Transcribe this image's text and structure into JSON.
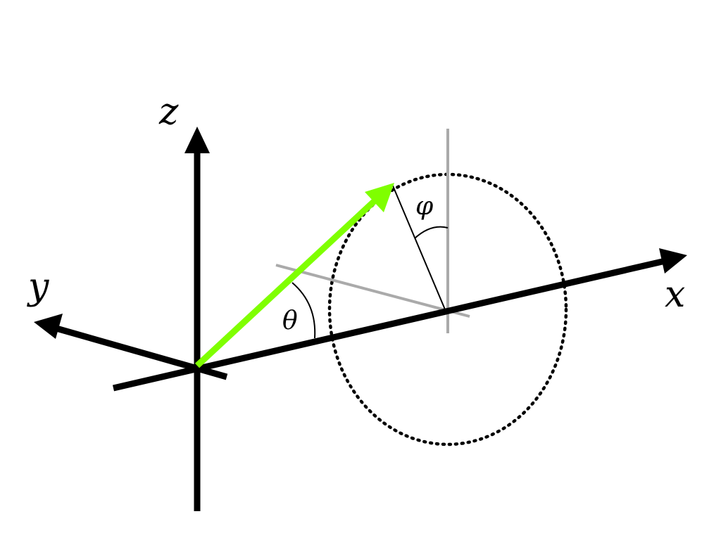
{
  "labels": {
    "x_axis": "x",
    "y_axis": "y",
    "z_axis": "z",
    "theta": "θ",
    "phi": "φ"
  },
  "colors": {
    "axes": "#000000",
    "vector": "#7fff00",
    "guides": "#aaaaaa",
    "circle": "#000000",
    "arcs": "#000000"
  }
}
